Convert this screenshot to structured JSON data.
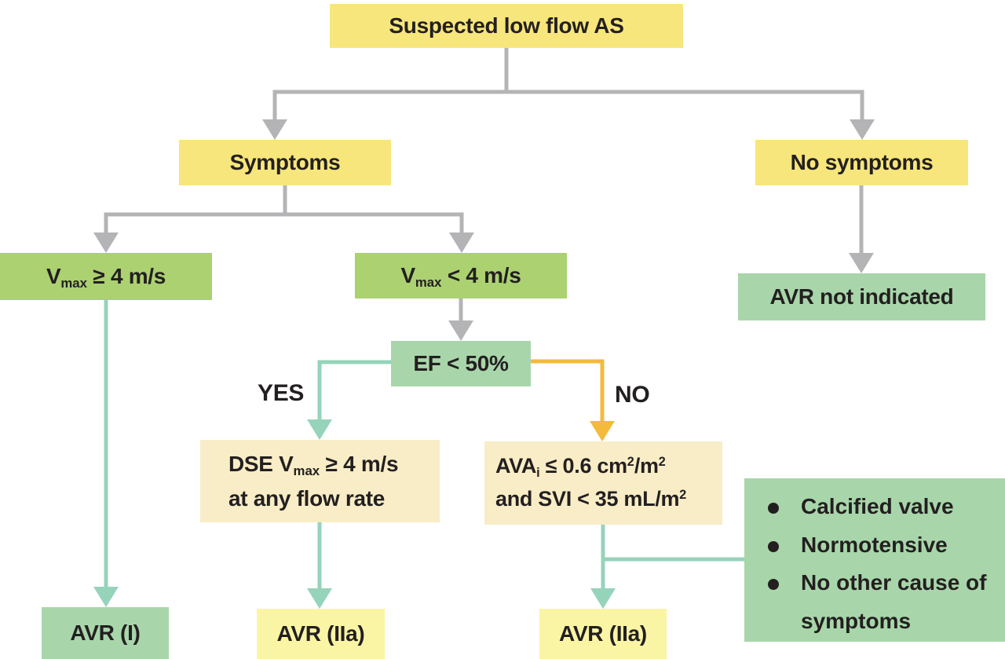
{
  "diagram": {
    "root": {
      "label": "Suspected low flow AS"
    },
    "symptoms": {
      "label": "Symptoms"
    },
    "no_symptoms": {
      "label": "No symptoms"
    },
    "vmax_ge": {
      "main": "V",
      "sub": "max",
      "rest": " ≥ 4 m/s"
    },
    "vmax_lt": {
      "main": "V",
      "sub": "max",
      "rest": " < 4 m/s"
    },
    "avr_not_indicated": {
      "label": "AVR not indicated"
    },
    "ef": {
      "label": "EF < 50%"
    },
    "edge_yes": "YES",
    "edge_no": "NO",
    "dse": {
      "p1": "DSE V",
      "sub": "max",
      "p2": " ≥ 4 m/s",
      "line2": "at any flow rate"
    },
    "ava": {
      "p1": "AVA",
      "sub": "i",
      "p2": " ≤ 0.6 cm",
      "sup": "2",
      "p3": "/m",
      "line2": "and SVI < 35 mL/m"
    },
    "criteria": {
      "items": [
        "Calcified valve",
        "Normotensive",
        "No other cause of symptoms"
      ]
    },
    "avr_i": {
      "label": "AVR (I)"
    },
    "avr_iia_left": {
      "label": "AVR (IIa)"
    },
    "avr_iia_right": {
      "label": "AVR (IIa)"
    }
  },
  "colors": {
    "yellow": "#F7E67B",
    "yellow_green": "#ABD171",
    "light_green": "#A8D6AA",
    "cream": "#F8EDC6",
    "pale_yellow": "#FAF5A5",
    "teal": "#96D3BB",
    "orange": "#F4BA3C",
    "gray": "#B4B4B6",
    "text": "#231F20"
  }
}
